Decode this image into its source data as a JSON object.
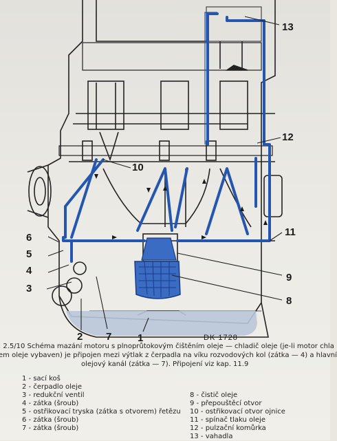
{
  "figure": {
    "callouts": [
      {
        "num": "1",
        "label": "sací koš"
      },
      {
        "num": "2",
        "label": "čerpadlo oleje"
      },
      {
        "num": "3",
        "label": "redukční ventil"
      },
      {
        "num": "4",
        "label": "zátka (šroub)"
      },
      {
        "num": "5",
        "label": "ostřikovací tryska (zátka s otvorem) řetězu"
      },
      {
        "num": "6",
        "label": "zátka (šroub)"
      },
      {
        "num": "7",
        "label": "zátka (šroub)"
      },
      {
        "num": "8",
        "label": "čistič oleje"
      },
      {
        "num": "9",
        "label": "přepouštěcí otvor"
      },
      {
        "num": "10",
        "label": "ostřikovací otvor ojnice"
      },
      {
        "num": "11",
        "label": "spínač tlaku oleje"
      },
      {
        "num": "12",
        "label": "pulzační komůrka"
      },
      {
        "num": "13",
        "label": "vahadla"
      }
    ],
    "stamp": "DK 1728",
    "colors": {
      "oil": "#2456b0",
      "oil_fill": "#3a6cc4",
      "sump_oil": "#b9c6d9",
      "line": "#222222"
    }
  },
  "caption": {
    "line1": ". 2.5/10 Schéma mazání motoru s plnoprůtokovým čištěním oleje — chladič oleje (je-li motor chla",
    "line2": "em oleje vybaven) je připojen mezi výtlak z čerpadla na víku rozvodových kol (zátka — 4) a hlavní",
    "line3": "olejový kanál (zátka — 7). Připojení viz kap. 11.9"
  },
  "legend": {
    "left": [
      "1 - sací koš",
      "2 - čerpadlo oleje",
      "3 - redukční ventil",
      "4 - zátka (šroub)",
      "5 - ostřikovací tryska (zátka s otvorem) řetězu",
      "6 - zátka (šroub)",
      "7 - zátka (šroub)"
    ],
    "right": [
      "8 - čistič oleje",
      "9 - přepouštěcí otvor",
      "10 - ostřikovací otvor ojnice",
      "11 - spínač tlaku oleje",
      "12 - pulzační komůrka",
      "13 - vahadla"
    ]
  }
}
